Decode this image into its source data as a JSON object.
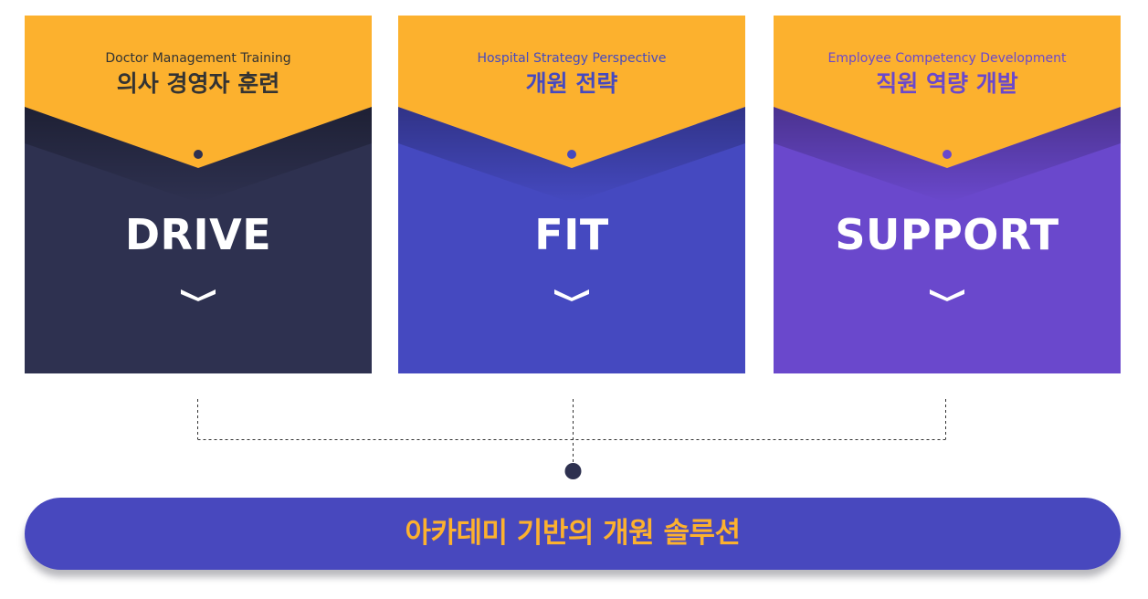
{
  "cards": [
    {
      "subtitle": "Doctor Management Training",
      "title": "의사 경영자 훈련",
      "keyword": "DRIVE",
      "banner_color": "#fcb12e",
      "body_color": "#2e3150",
      "subtitle_color": "#333333",
      "title_color": "#333333",
      "dot_color": "#2e3150",
      "icon": "chevron-down-icon"
    },
    {
      "subtitle": "Hospital Strategy Perspective",
      "title": "개원 전략",
      "keyword": "FIT",
      "banner_color": "#fcb12e",
      "body_color": "#4549c0",
      "subtitle_color": "#4549c0",
      "title_color": "#4549c0",
      "dot_color": "#4549c0",
      "icon": "chevron-down-icon"
    },
    {
      "subtitle": "Employee Competency Development",
      "title": "직원 역량 개발",
      "keyword": "SUPPORT",
      "banner_color": "#fcb12e",
      "body_color": "#6a48cc",
      "subtitle_color": "#6a48cc",
      "title_color": "#6a48cc",
      "dot_color": "#6a48cc",
      "icon": "chevron-down-icon"
    }
  ],
  "solution": {
    "label": "아카데미 기반의 개원 솔루션",
    "bar_color": "#4848be",
    "text_color": "#fcb12e"
  },
  "connector": {
    "line_color": "#333333",
    "node_color": "#2e3150"
  }
}
